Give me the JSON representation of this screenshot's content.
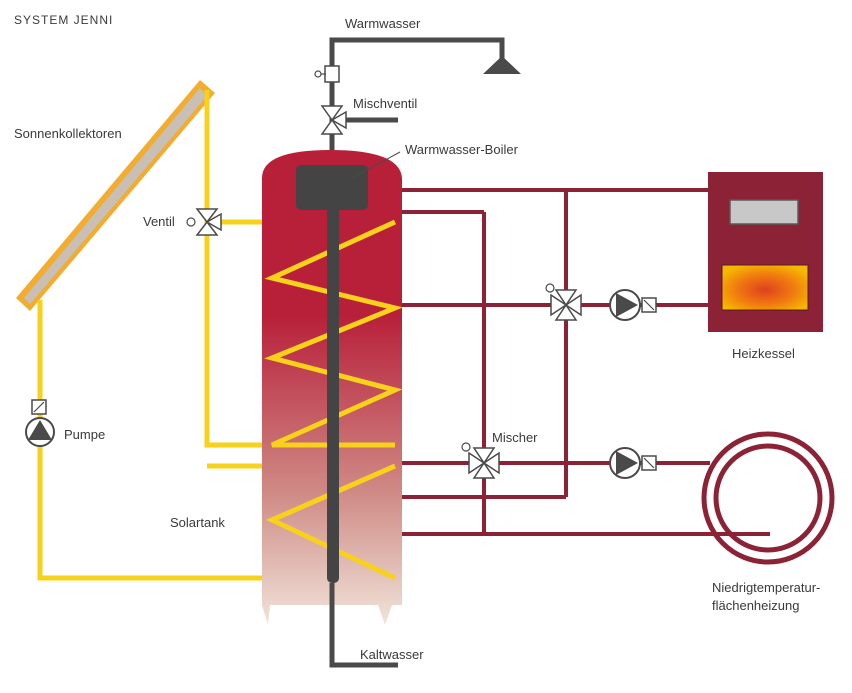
{
  "brand": "SYSTEM JENNI",
  "labels": {
    "warmwasser": "Warmwasser",
    "mischventil": "Mischventil",
    "warmwasser_boiler": "Warmwasser-Boiler",
    "sonnenkollektoren": "Sonnenkollektoren",
    "ventil": "Ventil",
    "pumpe": "Pumpe",
    "solartank": "Solartank",
    "heizkessel": "Heizkessel",
    "mischer": "Mischer",
    "niedrig_line1": "Niedrigtemperatur-",
    "niedrig_line2": "flächenheizung",
    "kaltwasser": "Kaltwasser"
  },
  "colors": {
    "solar_pipe": "#f8d21a",
    "heating_pipe": "#8c2236",
    "water_pipe": "#4a4a4a",
    "tank_top": "#b8203a",
    "tank_bottom": "#efe0d6",
    "boiler_core": "#444444",
    "collector_frame": "#f2ad30",
    "collector_panel": "#c8bfb7",
    "furnace_body": "#8c2236",
    "flame_outer": "#f2a000",
    "flame_inner": "#e04020"
  },
  "icons": [
    "three-way-valve-icon",
    "pump-icon",
    "motor-box-icon",
    "shower-icon",
    "thermostat-valve-icon"
  ]
}
